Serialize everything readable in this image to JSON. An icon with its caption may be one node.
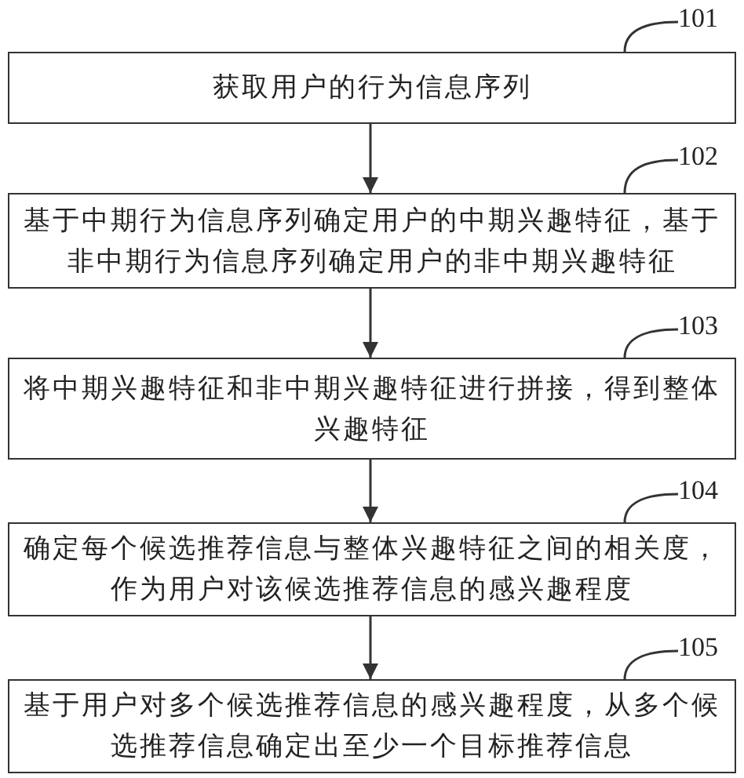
{
  "diagram": {
    "nodes": [
      {
        "text": [
          "101"
        ]
      },
      {
        "text": [
          "获取用户的行为信息序列"
        ]
      },
      {
        "text": [
          "102"
        ]
      },
      {
        "text": [
          "基于中期行为信息序列确定用户的中期兴趣特征，基于非中期行为信息序列确定用户的非中期兴趣特征"
        ]
      },
      {
        "text": [
          "103"
        ]
      },
      {
        "text": [
          "将中期兴趣特征和非中期兴趣特征进行拼接，得到整体兴趣特征"
        ]
      },
      {
        "text": [
          "104"
        ]
      },
      {
        "text": [
          "确定每个候选推荐信息与整体兴趣特征之间的相关度，作为用户对该候选推荐信息的感兴趣程度"
        ]
      },
      {
        "text": [
          "105"
        ]
      },
      {
        "text": [
          "基于用户对多个候选推荐信息的感兴趣程度，从多个候选推荐信息确定出至少一个目标推荐信息"
        ]
      }
    ],
    "edges": [
      {
        "from": 0,
        "to": 1,
        "arrow": "none"
      },
      {
        "from": 1,
        "to": 3,
        "arrow": "to"
      },
      {
        "from": 2,
        "to": 3,
        "arrow": "none"
      },
      {
        "from": 3,
        "to": 5,
        "arrow": "to"
      },
      {
        "from": 4,
        "to": 5,
        "arrow": "none"
      },
      {
        "from": 5,
        "to": 7,
        "arrow": "to"
      },
      {
        "from": 6,
        "to": 7,
        "arrow": "none"
      },
      {
        "from": 7,
        "to": 9,
        "arrow": "to"
      },
      {
        "from": 8,
        "to": 9,
        "arrow": "none"
      }
    ]
  }
}
